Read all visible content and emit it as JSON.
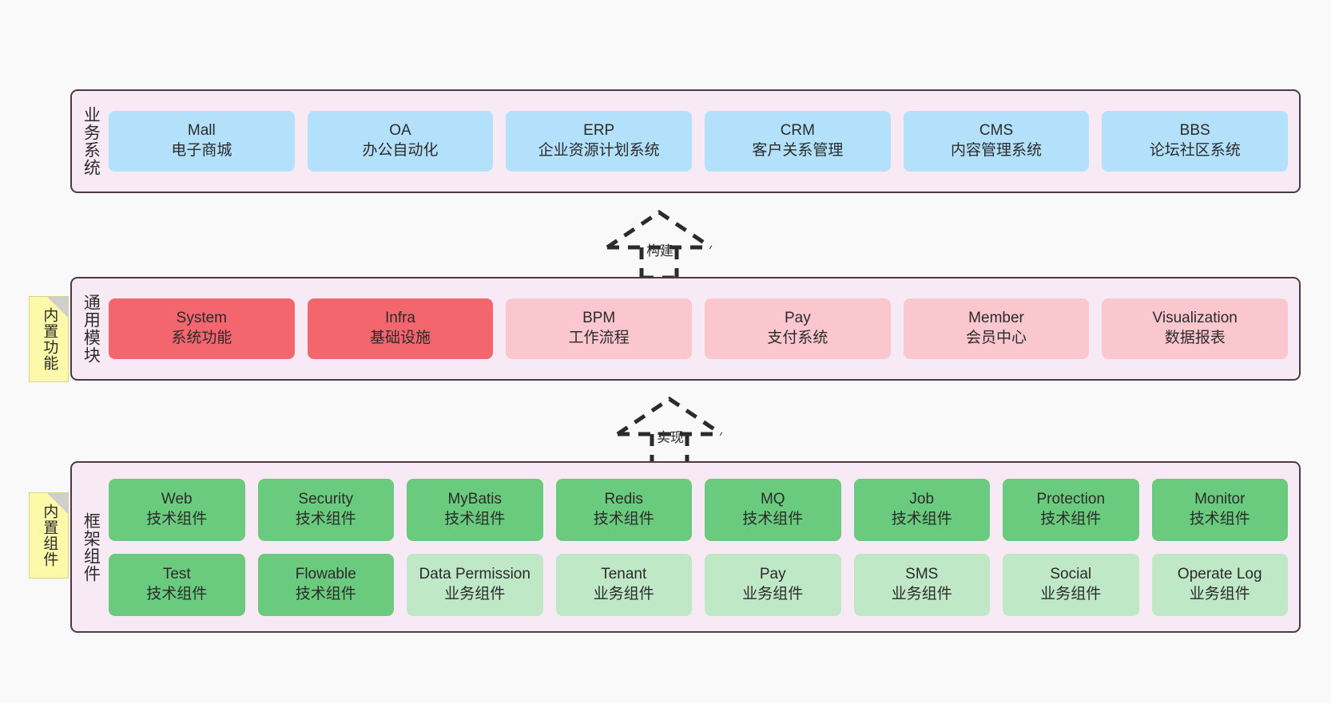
{
  "diagram": {
    "title": "",
    "colors": {
      "background": "#f9f9f9",
      "layer_fill": "#f8eaf4",
      "layer_border": "#4a3b46",
      "blue": "#b3e0fb",
      "red": "#f4666e",
      "pink": "#fbc7cf",
      "green": "#6acb7e",
      "light_green": "#bee8c6",
      "sticky_yellow": "#fcfaa8",
      "sticky_fold": "#cfcfcf"
    }
  },
  "layers": [
    {
      "id": "business-systems",
      "label": "业务系统",
      "sticky": null,
      "rows": [
        {
          "nodes": [
            {
              "en": "Mall",
              "cn": "电子商城",
              "color": "blue"
            },
            {
              "en": "OA",
              "cn": "办公自动化",
              "color": "blue"
            },
            {
              "en": "ERP",
              "cn": "企业资源计划系统",
              "color": "blue"
            },
            {
              "en": "CRM",
              "cn": "客户关系管理",
              "color": "blue"
            },
            {
              "en": "CMS",
              "cn": "内容管理系统",
              "color": "blue"
            },
            {
              "en": "BBS",
              "cn": "论坛社区系统",
              "color": "blue"
            }
          ]
        }
      ]
    },
    {
      "id": "common-modules",
      "label": "通用模块",
      "sticky": "内置功能",
      "rows": [
        {
          "nodes": [
            {
              "en": "System",
              "cn": "系统功能",
              "color": "red"
            },
            {
              "en": "Infra",
              "cn": "基础设施",
              "color": "red"
            },
            {
              "en": "BPM",
              "cn": "工作流程",
              "color": "pink"
            },
            {
              "en": "Pay",
              "cn": "支付系统",
              "color": "pink"
            },
            {
              "en": "Member",
              "cn": "会员中心",
              "color": "pink"
            },
            {
              "en": "Visualization",
              "cn": "数据报表",
              "color": "pink"
            }
          ]
        }
      ]
    },
    {
      "id": "framework-components",
      "label": "框架组件",
      "sticky": "内置组件",
      "rows": [
        {
          "nodes": [
            {
              "en": "Web",
              "cn": "技术组件",
              "color": "green"
            },
            {
              "en": "Security",
              "cn": "技术组件",
              "color": "green"
            },
            {
              "en": "MyBatis",
              "cn": "技术组件",
              "color": "green"
            },
            {
              "en": "Redis",
              "cn": "技术组件",
              "color": "green"
            },
            {
              "en": "MQ",
              "cn": "技术组件",
              "color": "green"
            },
            {
              "en": "Job",
              "cn": "技术组件",
              "color": "green"
            },
            {
              "en": "Protection",
              "cn": "技术组件",
              "color": "green"
            },
            {
              "en": "Monitor",
              "cn": "技术组件",
              "color": "green"
            }
          ]
        },
        {
          "nodes": [
            {
              "en": "Test",
              "cn": "技术组件",
              "color": "green"
            },
            {
              "en": "Flowable",
              "cn": "技术组件",
              "color": "green"
            },
            {
              "en": "Data Permission",
              "cn": "业务组件",
              "color": "lightgreen"
            },
            {
              "en": "Tenant",
              "cn": "业务组件",
              "color": "lightgreen"
            },
            {
              "en": "Pay",
              "cn": "业务组件",
              "color": "lightgreen"
            },
            {
              "en": "SMS",
              "cn": "业务组件",
              "color": "lightgreen"
            },
            {
              "en": "Social",
              "cn": "业务组件",
              "color": "lightgreen"
            },
            {
              "en": "Operate Log",
              "cn": "业务组件",
              "color": "lightgreen"
            }
          ]
        }
      ]
    }
  ],
  "connectors": [
    {
      "id": "build",
      "label": "构建"
    },
    {
      "id": "implement",
      "label": "实现"
    }
  ]
}
